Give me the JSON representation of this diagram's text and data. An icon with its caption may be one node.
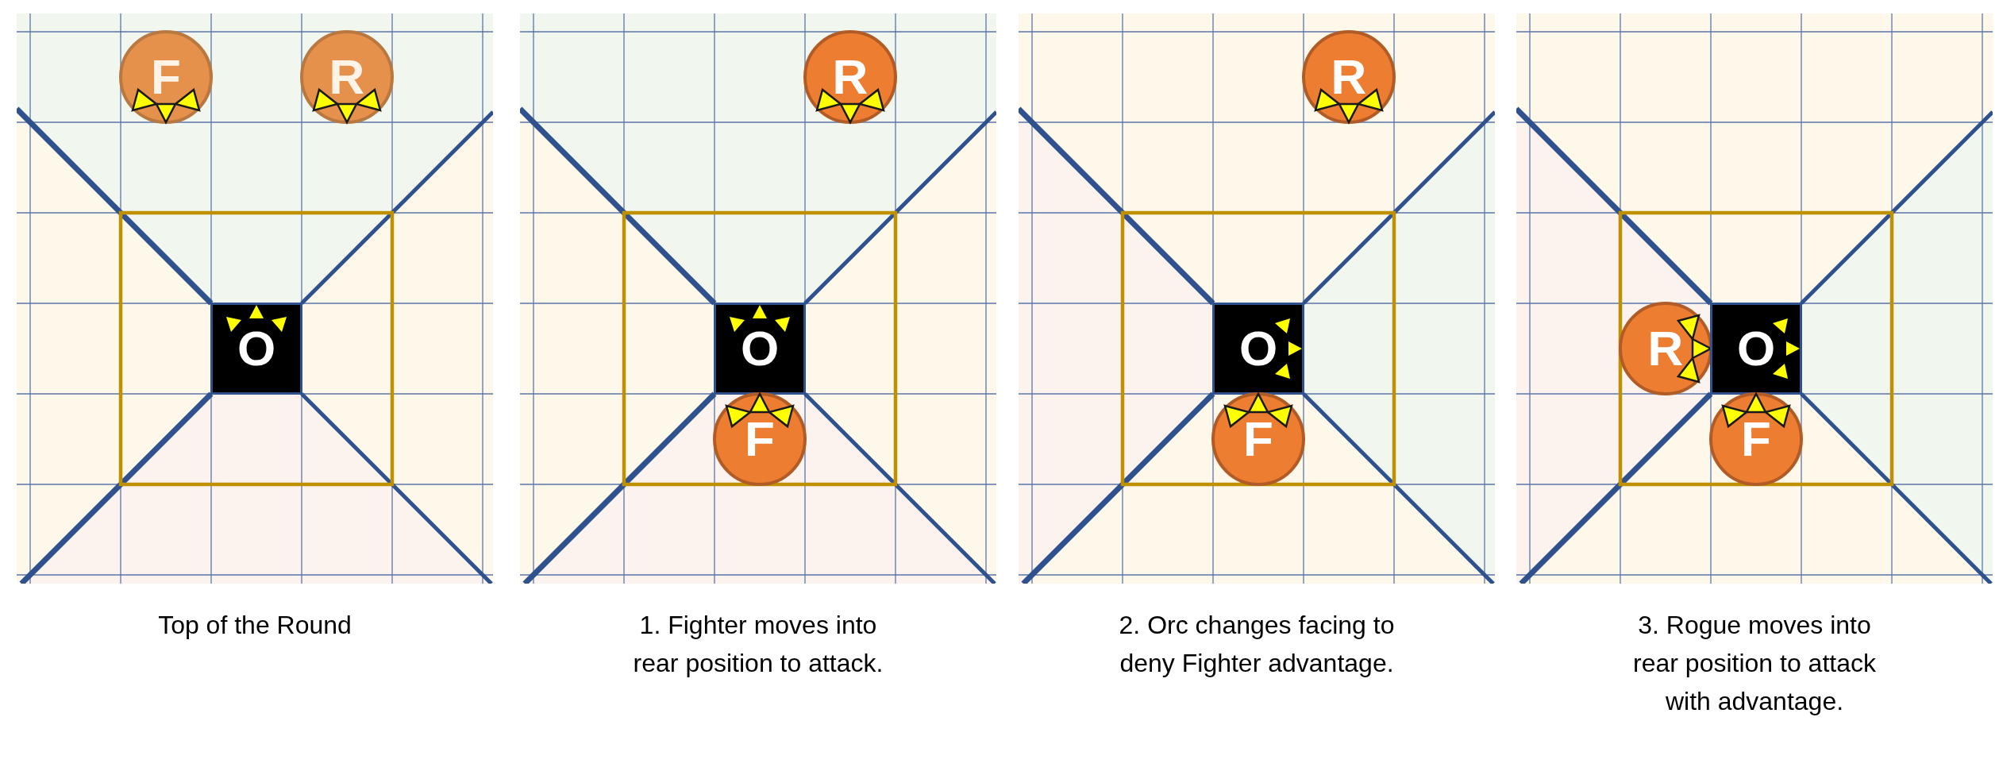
{
  "diagram": {
    "nodes": [
      {
        "text": [
          "F"
        ]
      },
      {
        "text": [
          "R"
        ]
      },
      {
        "text": [
          "O"
        ]
      },
      {
        "text": [
          "R"
        ]
      },
      {
        "text": [
          "O"
        ]
      },
      {
        "text": [
          "F"
        ]
      },
      {
        "text": [
          "R"
        ]
      },
      {
        "text": [
          "O"
        ]
      },
      {
        "text": [
          "F"
        ]
      },
      {
        "text": [
          "R"
        ]
      },
      {
        "text": [
          "O"
        ]
      },
      {
        "text": [
          "F"
        ]
      }
    ],
    "labels": [
      "Top of the Round",
      "1. Fighter moves into rear position to attack.",
      "2. Orc changes facing to deny Fighter advantage.",
      "3. Rogue moves into rear position to attack with advantage."
    ]
  }
}
